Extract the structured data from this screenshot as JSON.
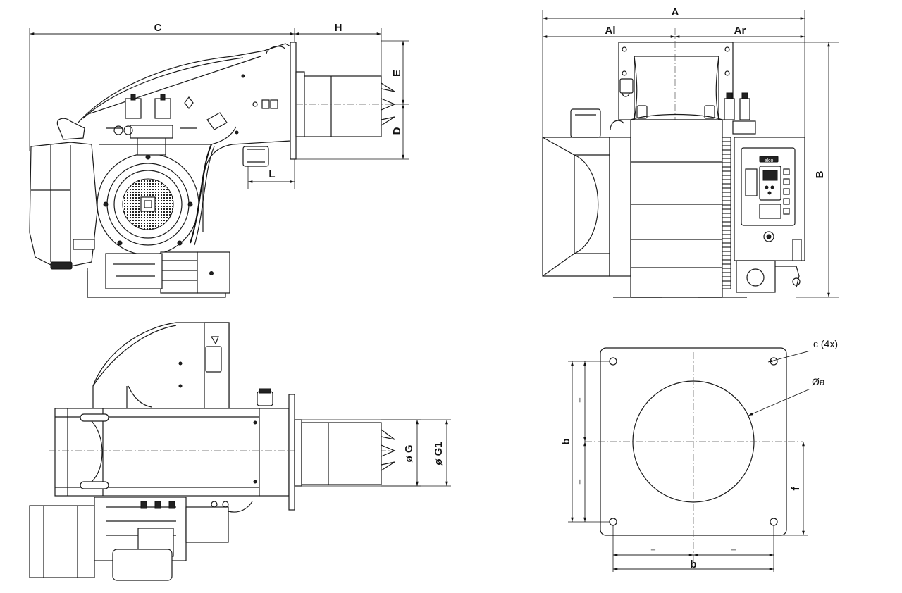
{
  "dimensions": {
    "top_left": {
      "overall": "C",
      "head": "H",
      "upper": "E",
      "lower": "D",
      "offset": "L"
    },
    "top_right": {
      "width": "A",
      "left": "Al",
      "right": "Ar",
      "height": "B"
    },
    "bottom_left": {
      "diameter_inner": "ø G",
      "diameter_outer": "ø G1"
    },
    "bottom_right": {
      "holes": "c (4x)",
      "bore": "Øa",
      "vertical_pitch": "b",
      "horizontal_pitch": "b",
      "offset": "f",
      "equal": "="
    }
  },
  "control_panel": {
    "brand": "elco"
  },
  "colors": {
    "line": "#1a1a1a",
    "background": "#ffffff"
  }
}
